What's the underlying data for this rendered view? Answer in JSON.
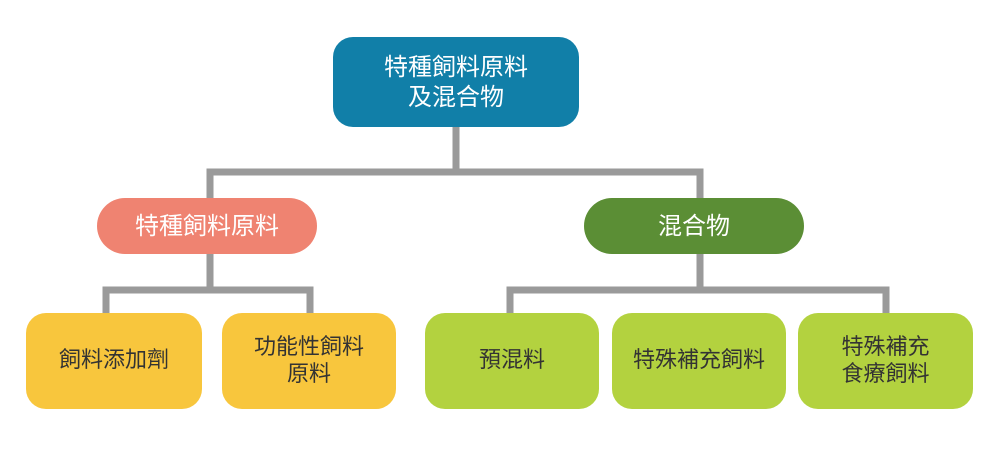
{
  "root": {
    "label": "特種飼料原料\n及混合物",
    "color": "#117fa8"
  },
  "categories": [
    {
      "label": "特種飼料原料",
      "color": "#ef8371",
      "children": [
        {
          "label": "飼料添加劑",
          "color": "#f8c63d"
        },
        {
          "label": "功能性飼料\n原料",
          "color": "#f8c63d"
        }
      ]
    },
    {
      "label": "混合物",
      "color": "#5b8e35",
      "children": [
        {
          "label": "預混料",
          "color": "#b3d23f"
        },
        {
          "label": "特殊補充飼料",
          "color": "#b3d23f"
        },
        {
          "label": "特殊補充\n食療飼料",
          "color": "#b3d23f"
        }
      ]
    }
  ],
  "connector_color": "#9a9a9a"
}
